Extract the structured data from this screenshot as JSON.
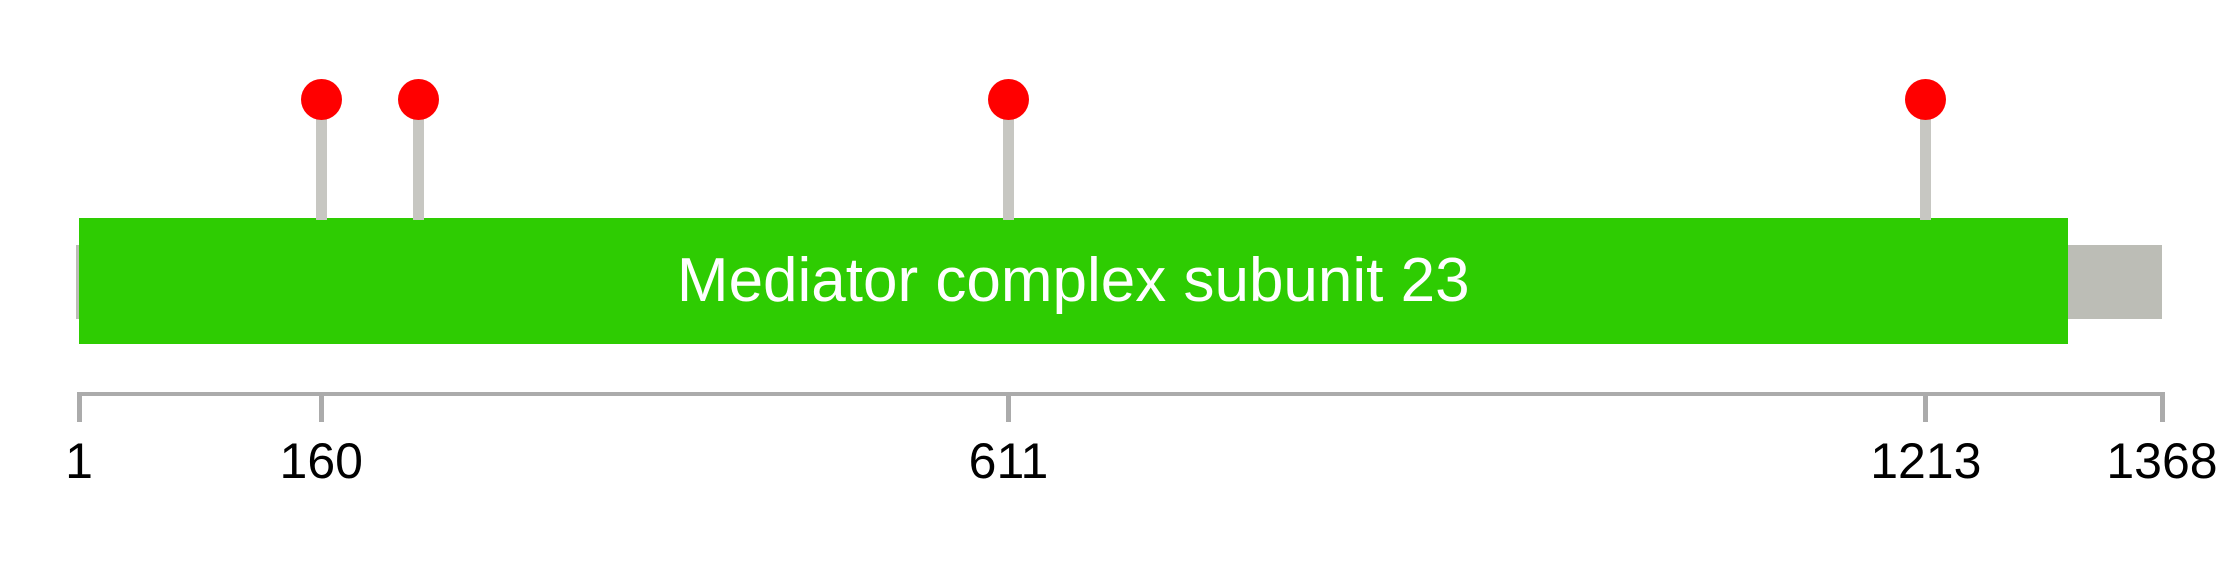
{
  "chart_data": {
    "type": "lollipop",
    "title": "Mediator complex subunit 23",
    "protein_length": 1368,
    "axis": {
      "range": [
        1,
        1368
      ],
      "ticks": [
        "1",
        "160",
        "611",
        "1213",
        "1368"
      ],
      "line_color": "#ABABAB",
      "tick_color": "#ABABAB",
      "label_color": "#000000"
    },
    "backbone": {
      "start": 1,
      "end": 1368,
      "fill": "#BCBDB6"
    },
    "domain": {
      "label": "Mediator complex subunit 23",
      "start": 1,
      "end": 1306,
      "fill": "#2ECC02",
      "label_color": "#FFFFFF"
    },
    "mutations": [
      {
        "position": 160
      },
      {
        "position": 224
      },
      {
        "position": 611
      },
      {
        "position": 1213
      }
    ],
    "marker": {
      "fill": "#FF0000",
      "stem_color": "#C7C7C2"
    },
    "legend_position": "none",
    "grid": "off"
  }
}
